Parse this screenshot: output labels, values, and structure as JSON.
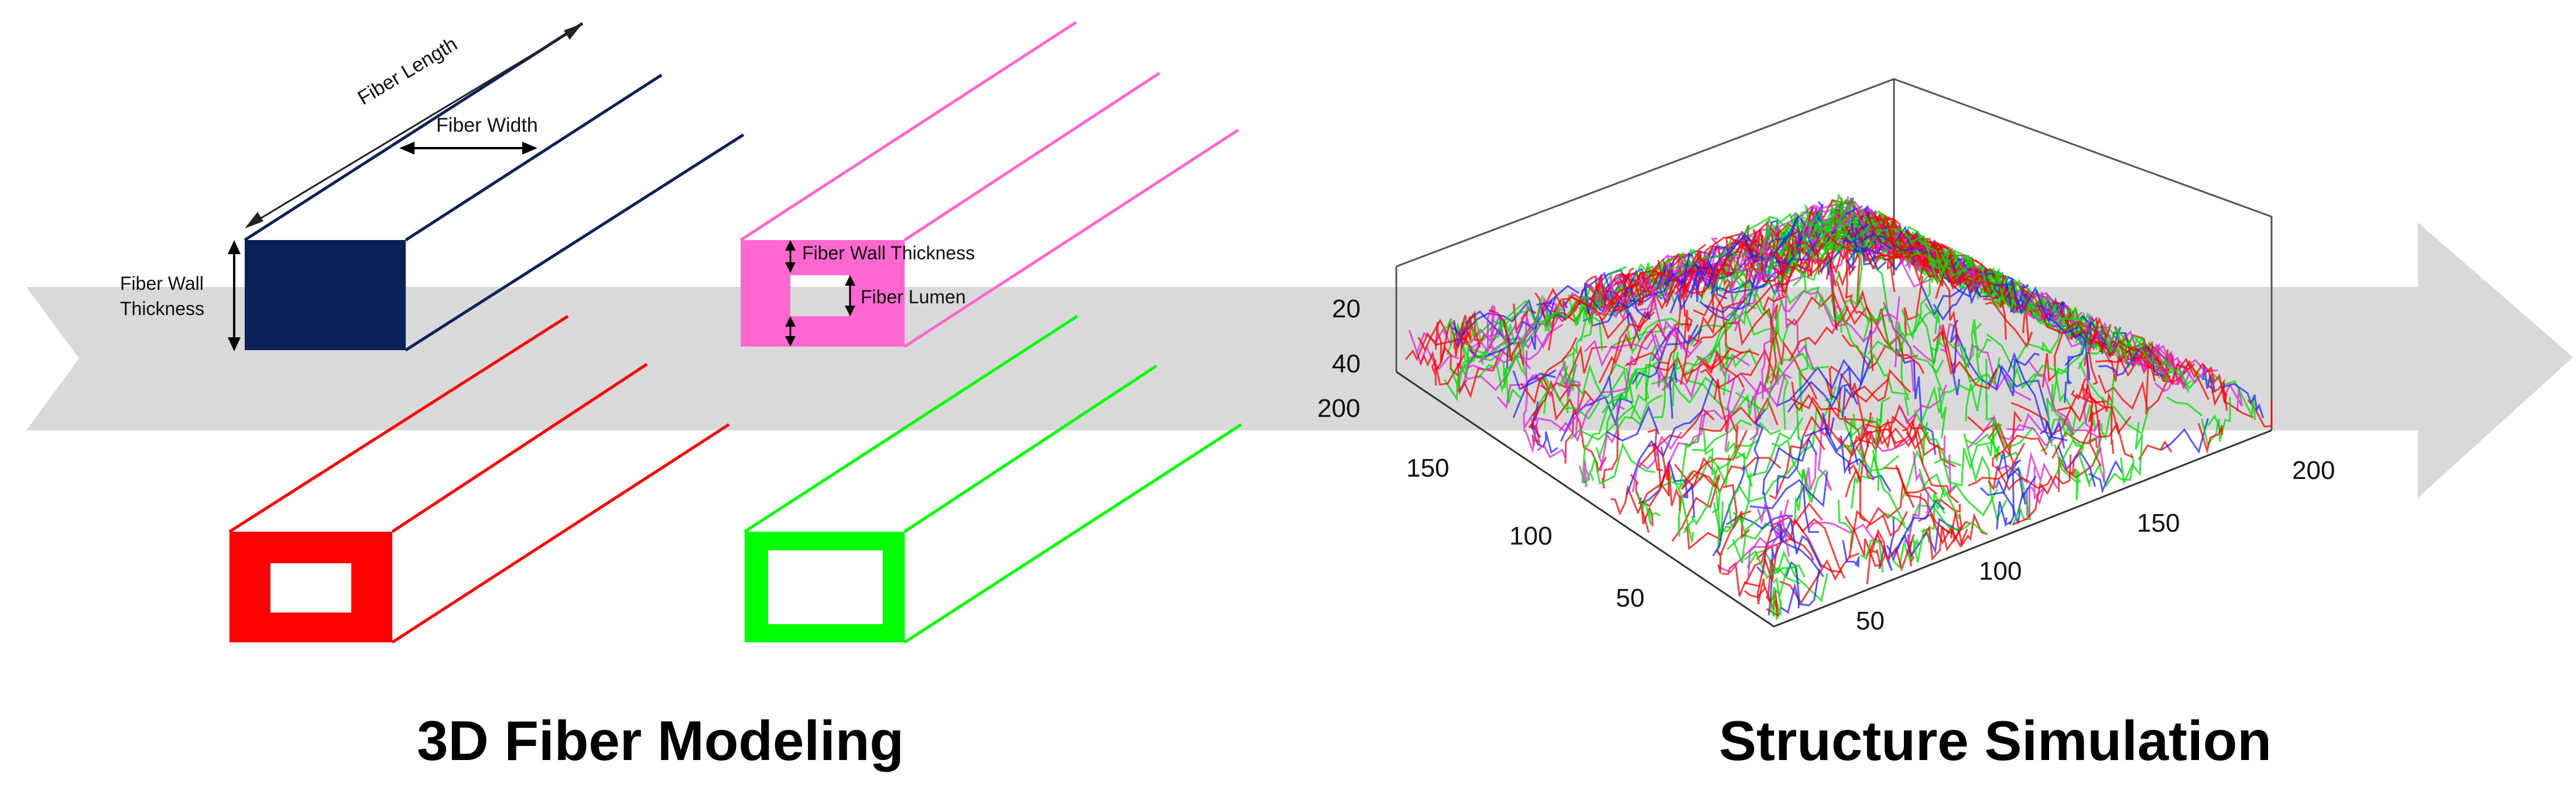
{
  "colors": {
    "arrow": "#d9d9d9",
    "navy_fiber": "#0d2159",
    "pink_fiber": "#ff69cf",
    "red_fiber": "#ff0000",
    "green_fiber": "#00ff00",
    "sim_blue": "#2222ff",
    "sim_red": "#ff0000",
    "sim_green": "#00dd00",
    "sim_magenta": "#dd22dd"
  },
  "labels": {
    "fiber_length": "Fiber Length",
    "fiber_width": "Fiber Width",
    "fiber_wall_thickness_line1": "Fiber Wall",
    "fiber_wall_thickness_line2": "Thickness",
    "pink_wall_thickness": "Fiber Wall Thickness",
    "fiber_lumen": "Fiber Lumen"
  },
  "captions": {
    "left": "3D Fiber Modeling",
    "right": "Structure Simulation"
  },
  "plot_axes": {
    "z_ticks": [
      "20",
      "40"
    ],
    "y_ticks": [
      "200",
      "150",
      "100",
      "50"
    ],
    "x_ticks": [
      "200",
      "150",
      "100",
      "50"
    ]
  }
}
